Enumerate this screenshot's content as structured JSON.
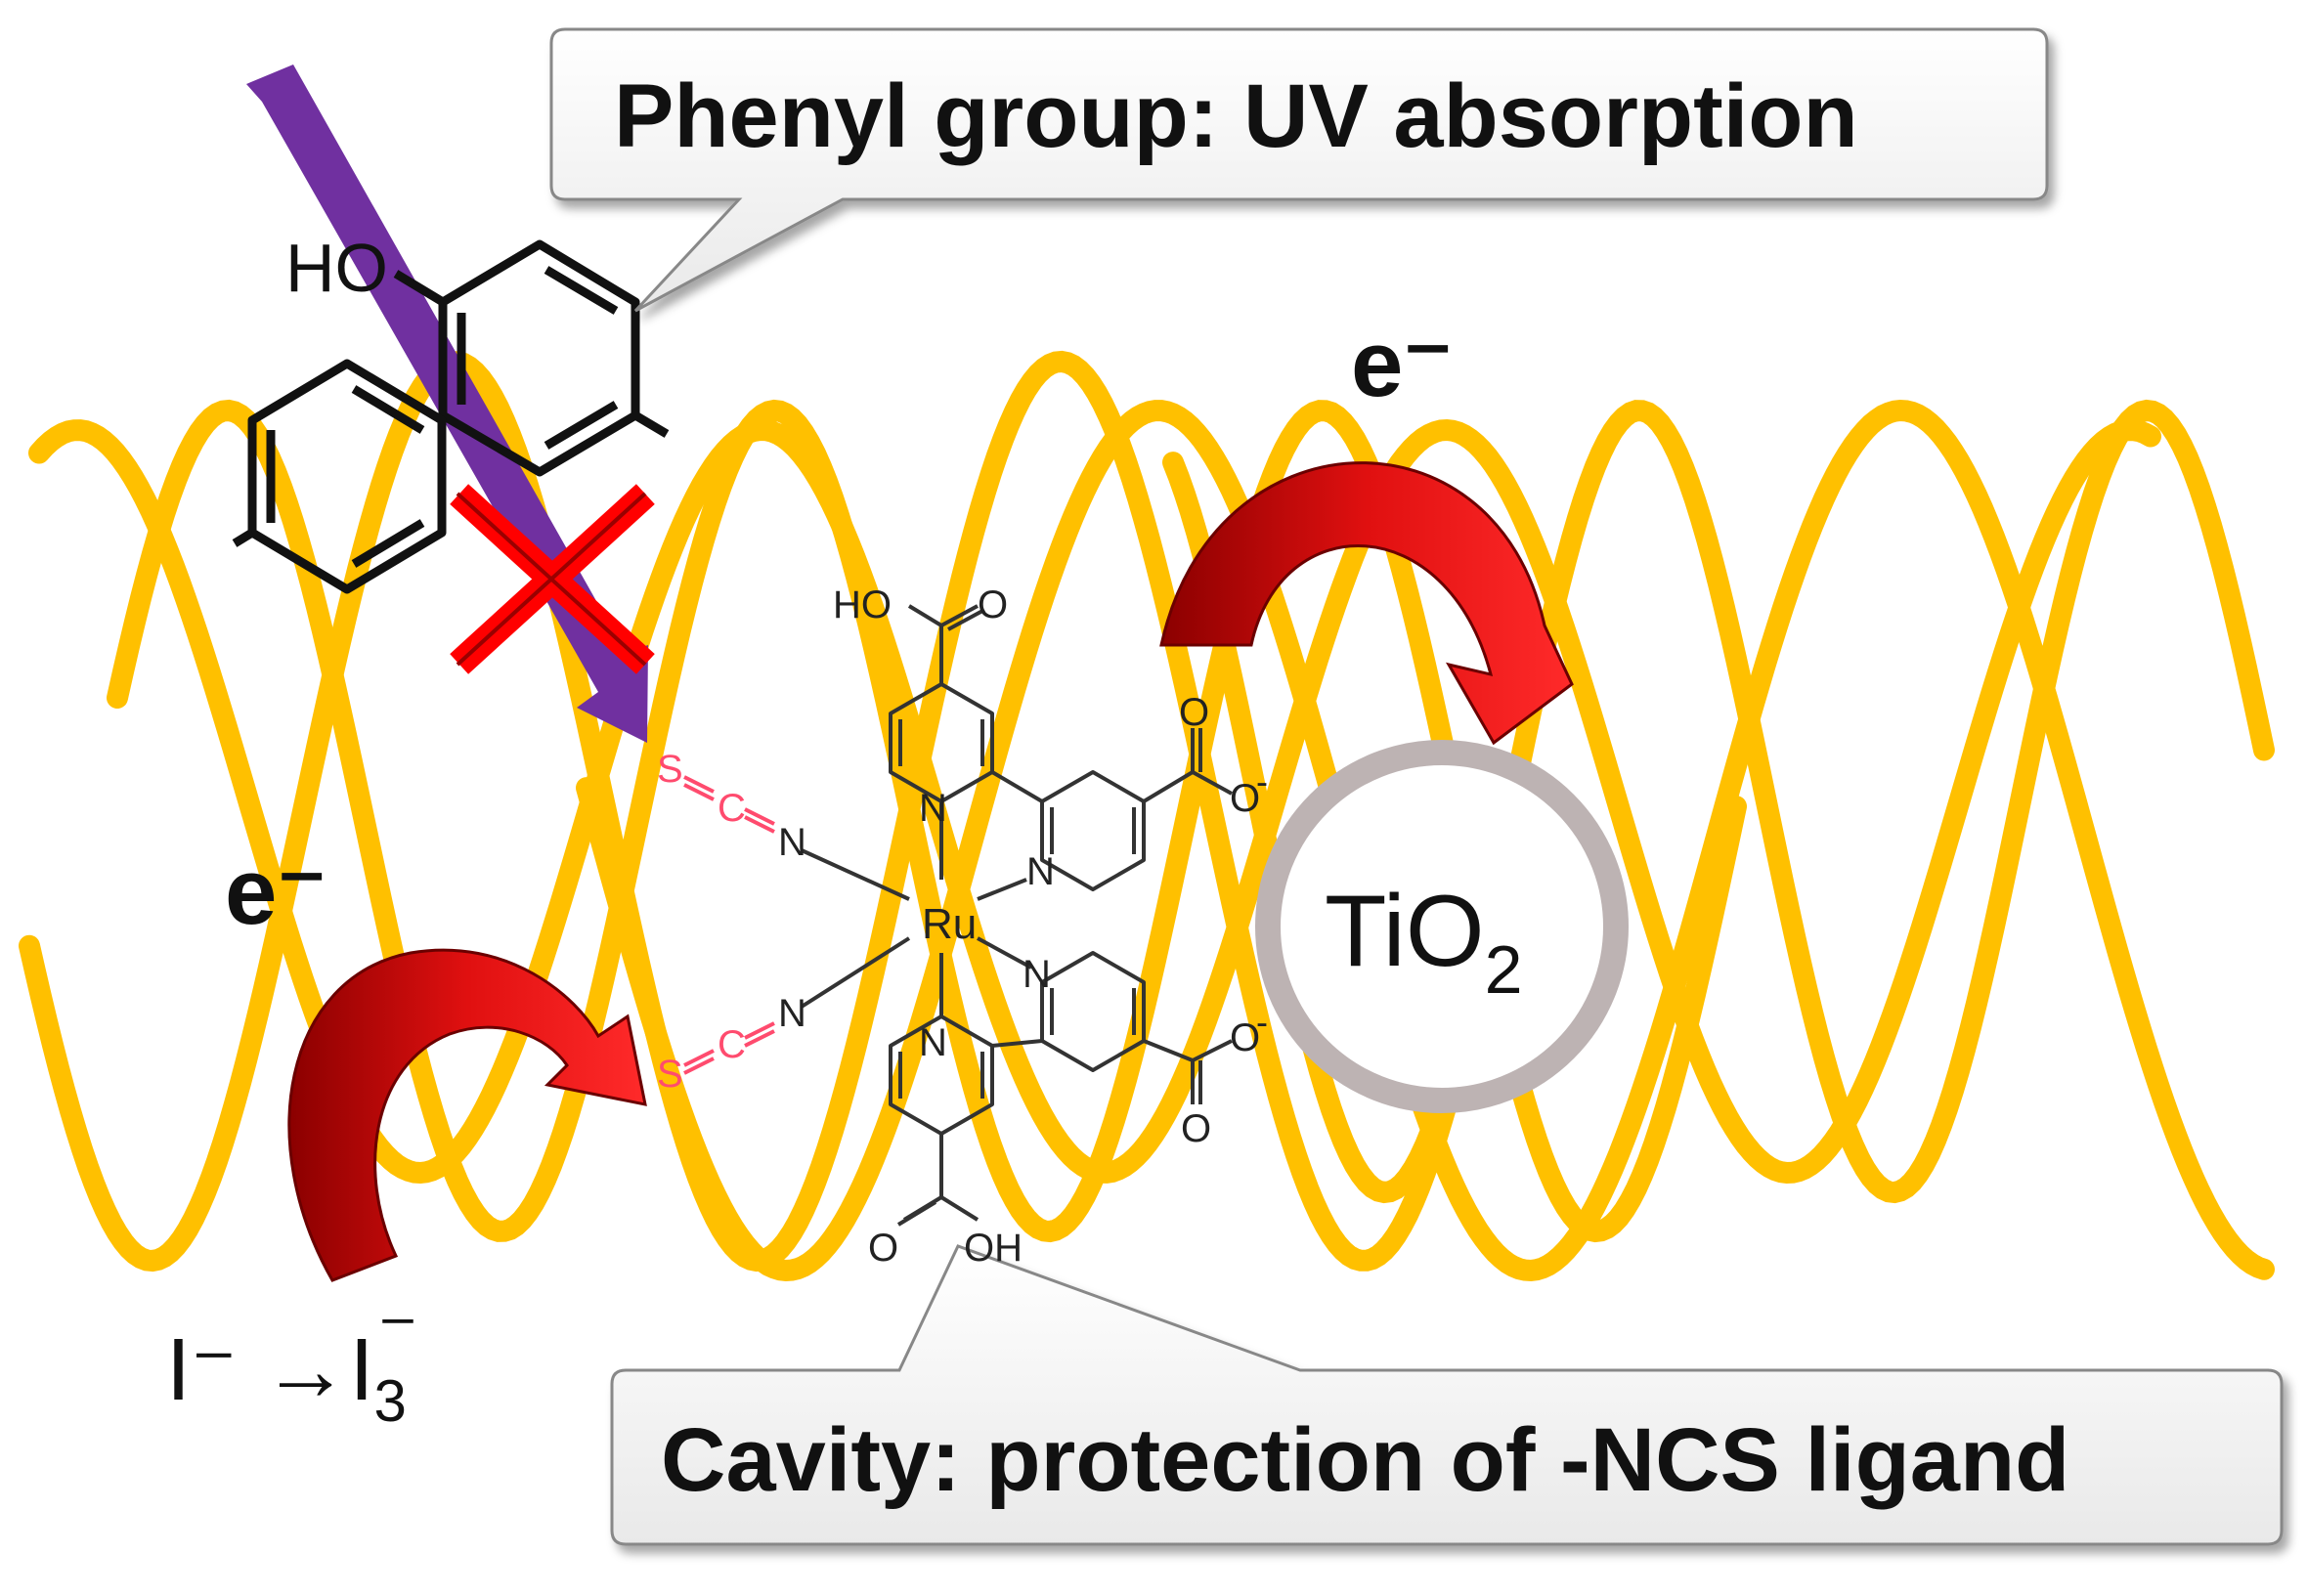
{
  "callouts": {
    "phenyl": "Phenyl group: UV absorption",
    "cavity": "Cavity: protection of -NCS ligand"
  },
  "labels": {
    "electron_top": "e⁻",
    "electron_left": "e⁻",
    "iodide": "I⁻ →I",
    "iodide_sub": "3",
    "iodide_sup": "⁻",
    "tio2_main": "TiO",
    "tio2_sub": "2"
  },
  "molecule": {
    "metal": "Ru",
    "nitrogen": "N",
    "sulfur": "S",
    "carbon": "C",
    "oxygen": "O",
    "hydroxyl_left": "HO",
    "carboxyl_top": "HO",
    "carboxyl_bottom": "OH",
    "anion_charge": "-"
  },
  "colors": {
    "polymer": "#ffc000",
    "uv_arrow": "#7030a0",
    "electron_arrow": "#e01010",
    "block_x": "#ff0000",
    "ncs": "#ff4b6e",
    "tio2_ring": "#bdb3b3"
  },
  "icons": {
    "uv_arrow": "down-right-arrow",
    "blocked": "x-mark",
    "electron_transfer": "curved-arrow"
  }
}
